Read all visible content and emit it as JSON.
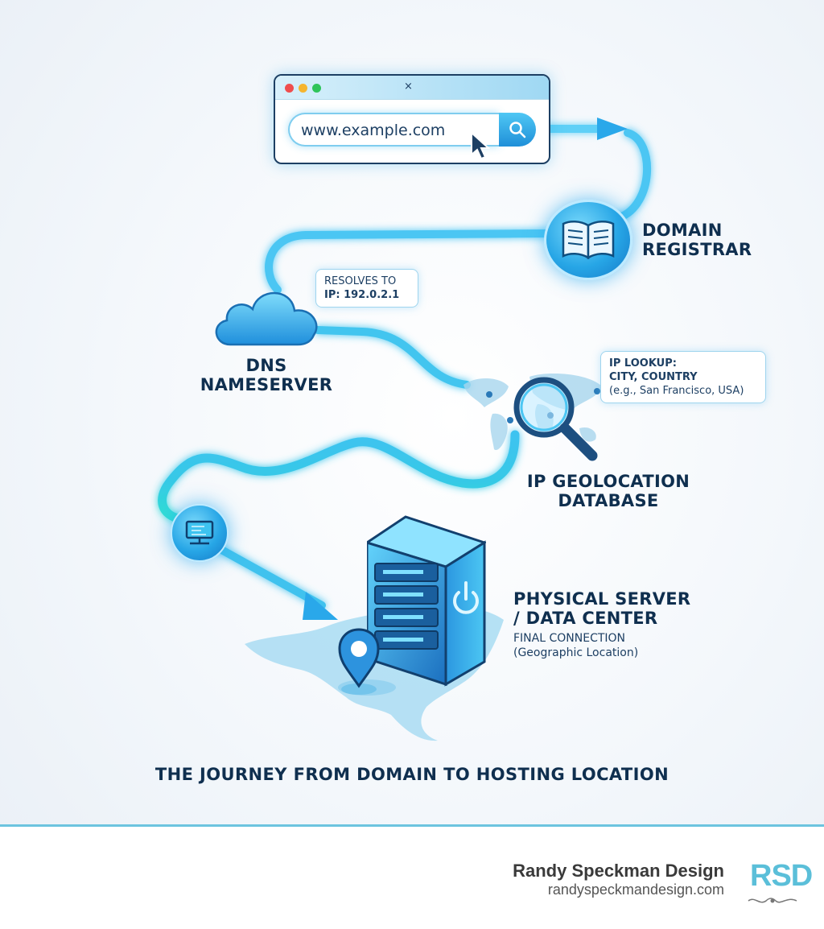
{
  "browser": {
    "url": "www.example.com",
    "tab_close": "×"
  },
  "nodes": {
    "registrar": {
      "label_line1": "DOMAIN",
      "label_line2": "REGISTRAR"
    },
    "dns": {
      "label_line1": "DNS",
      "label_line2": "NAMESERVER"
    },
    "geolocation": {
      "label_line1": "IP GEOLOCATION",
      "label_line2": "DATABASE"
    },
    "server": {
      "label_line1": "PHYSICAL SERVER",
      "label_line2": "/ DATA CENTER",
      "sub_line1": "FINAL CONNECTION",
      "sub_line2": "(Geographic Location)"
    }
  },
  "callouts": {
    "dns": {
      "line1": "RESOLVES TO",
      "line2": "IP: 192.0.2.1"
    },
    "geolocation": {
      "line1": "IP LOOKUP:",
      "line2": "CITY, COUNTRY",
      "line3": "(e.g., San Francisco, USA)"
    }
  },
  "diagram_title": "THE JOURNEY FROM DOMAIN TO HOSTING LOCATION",
  "footer": {
    "name": "Randy Speckman Design",
    "url": "randyspeckmandesign.com",
    "logo": "RSD"
  },
  "icons": [
    "search-icon",
    "cursor-icon",
    "book-icon",
    "cloud-icon",
    "world-map-icon",
    "magnifier-icon",
    "monitor-icon",
    "server-icon",
    "power-icon",
    "location-pin-icon"
  ],
  "colors": {
    "path": "#3ec3f0",
    "path_glow": "#8fe6ff",
    "path_teal": "#35e0d8",
    "node": "#27a6e6",
    "text_dark": "#0f2f4f",
    "footer_line": "#6cc4df",
    "logo": "#5bbfd9"
  }
}
